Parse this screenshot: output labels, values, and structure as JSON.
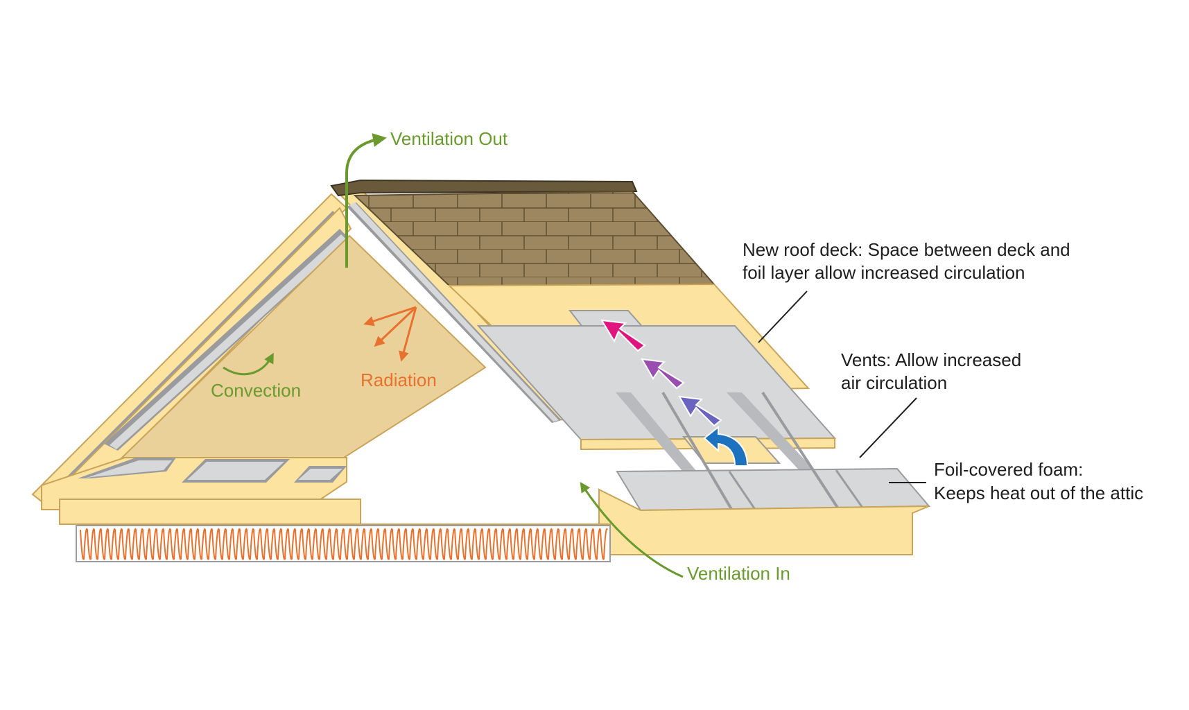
{
  "labels": {
    "ventilation_out": "Ventilation Out",
    "ventilation_in": "Ventilation In",
    "convection": "Convection",
    "radiation": "Radiation",
    "roof_deck_line1": "New roof deck: Space between deck and",
    "roof_deck_line2": "foil layer allow increased circulation",
    "vents_line1": "Vents: Allow increased",
    "vents_line2": "air circulation",
    "foam_line1": "Foil-covered foam:",
    "foam_line2": "Keeps heat out of the attic"
  },
  "colors": {
    "wood": "#fde3a0",
    "wood_edge": "#c9a458",
    "foil": "#d7d8da",
    "foil_dark": "#9a9b9e",
    "shingle": "#9c8760",
    "shingle_line": "#5e4e31",
    "green": "#6a9a2e",
    "orange": "#e8712d",
    "insulation": "#e8712d",
    "arrow_magenta": "#e0147f",
    "arrow_purple": "#9a4fb0",
    "arrow_indigo": "#6a63c0",
    "arrow_blue": "#1d72c0"
  },
  "icons": {
    "airflow_arrows": "arrow-up-left-icon",
    "ventilation_arrows": "curved-arrow-icon"
  }
}
